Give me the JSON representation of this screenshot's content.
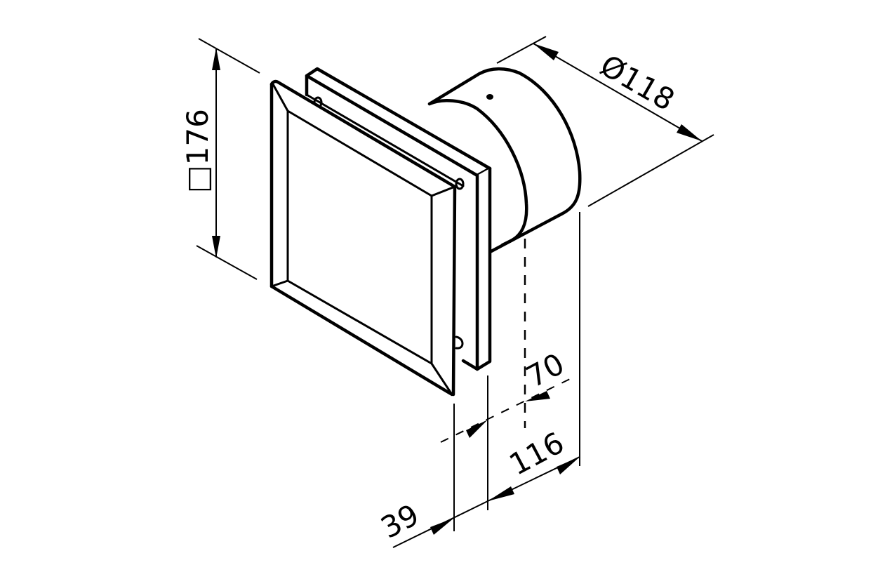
{
  "drawing": {
    "subject": "wall-mounted fan with square front cover and round duct spigot (isometric dimension drawing)",
    "line_color": "#000000",
    "background": "#ffffff"
  },
  "dimensions": {
    "cover_square": {
      "symbol": "□",
      "value": "176",
      "label": "□176"
    },
    "spigot_diameter": {
      "symbol": "Ø",
      "value": "118",
      "label": "Ø118"
    },
    "depth_70": {
      "value": "70",
      "label": "70"
    },
    "depth_116": {
      "value": "116",
      "label": "116"
    },
    "depth_39": {
      "value": "39",
      "label": "39"
    }
  }
}
